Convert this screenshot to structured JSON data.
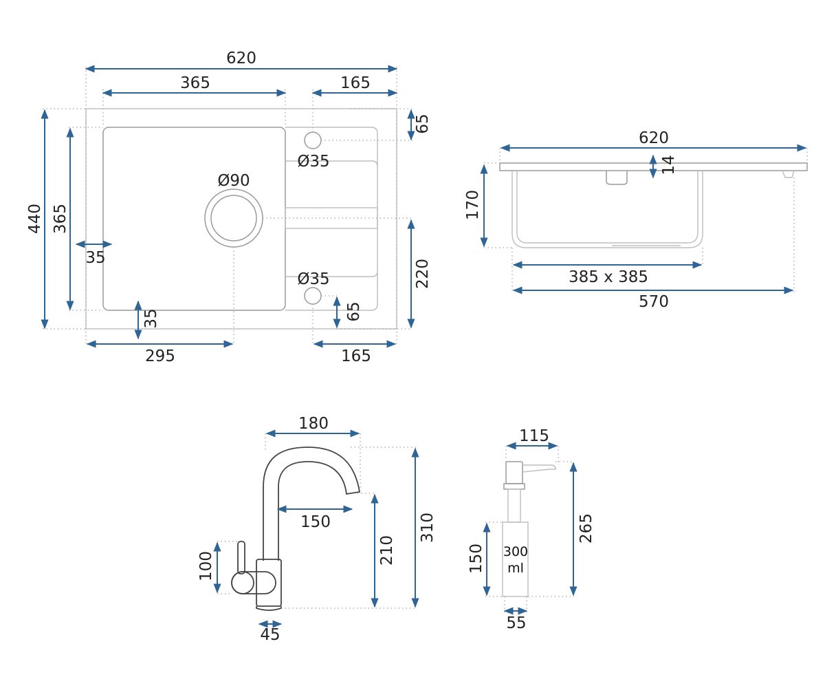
{
  "colors": {
    "dimension": "#2e6596",
    "outline": "#bdbdbd",
    "faucet": "#444444"
  },
  "sink_top_view": {
    "overall_width": "620",
    "bowl_width": "365",
    "drainer_width_top": "165",
    "top_offset": "65",
    "overall_depth": "440",
    "bowl_depth": "365",
    "tap_hole_top": "Ø35",
    "drain": "Ø90",
    "tap_hole_bottom": "Ø35",
    "left_rim": "35",
    "drain_to_drainer": "220",
    "bottom_rim": "35",
    "bottom_offset": "65",
    "drain_from_left": "295",
    "drainer_width_bottom": "165"
  },
  "sink_side_view": {
    "overall_width": "620",
    "rim_thickness": "14",
    "bowl_height": "170",
    "cabinet": "385 x 385",
    "min_cabinet": "570"
  },
  "faucet": {
    "reach": "180",
    "spout_reach": "150",
    "handle_height": "100",
    "spout_height": "210",
    "total_height": "310",
    "base_diameter": "45"
  },
  "dispenser": {
    "head_width": "115",
    "bottle_height": "150",
    "capacity_line1": "300",
    "capacity_line2": "ml",
    "total_height": "265",
    "bottle_width": "55"
  }
}
